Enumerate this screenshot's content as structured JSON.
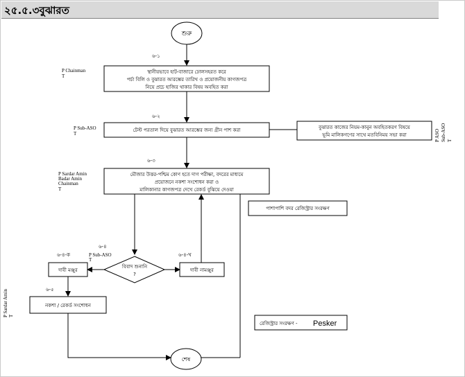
{
  "header": {
    "title": "২৫.৫.৩বুঝারত"
  },
  "start": "শুরু",
  "end": "শেষ",
  "steps": {
    "s1": "৬-১",
    "s2": "৬-২",
    "s3": "৬-৩",
    "s4": "৬-৪",
    "s4ka": "৬-৪-ক",
    "s4kha": "৬-৪-খ",
    "s5": "৬-৫"
  },
  "roles": {
    "r1": [
      "P Chainman",
      "T"
    ],
    "r2": [
      "P Sub-ASO",
      "T"
    ],
    "r3": [
      "P Sardar Amin",
      "Badar Amin",
      "Chainman",
      "T"
    ],
    "r4": [
      "P Sub-ASO",
      "T"
    ],
    "r5": [
      "P Sardar Amin",
      "T"
    ],
    "r6": [
      "P ASO",
      "Sub-ASO",
      "T"
    ]
  },
  "boxes": {
    "b1": [
      "স্থানীয়ভাবে হাট-বাজারে ঢোলসহরত করে",
      "পর্চা বিলি ও বুঝারত আরম্ভের তারিখ ও প্রয়োজনীয় কাগজপত্র",
      "নিয়ে প্রচে হাজির থাকার বিষয় অবহিত করা"
    ],
    "b2": [
      "টেস্ট পরতাল দিয়ে বুঝারত আরম্ভের জন্য গ্রীন পাশ করা"
    ],
    "side1": [
      "বুঝারত কাজের নিয়ম-কানুন অবহিতকরণ বিষয়ে",
      "ভূমি মালিকগণের সাথে মতবিনিময় সভা করা"
    ],
    "b3": [
      "মৌজার উত্তর-পশ্চিম কোণ হতে দাগ পরীক্ষা, বদরের মাধ্যমে",
      "প্রয়োজনে নকশা সংশোধন করা ও",
      "মালিকানার কাগজপত্র দেখে রেকর্ড বুঝিয়ে দেওয়া"
    ],
    "side2": [
      "পাশাপাশি বদর রেজিস্ট্রার সংরক্ষণ"
    ],
    "decision": [
      "বিবাদ শুনানি",
      "?"
    ],
    "accept": [
      "দাবী মঞ্জুর"
    ],
    "reject": [
      "দাবী নামঞ্জুর"
    ],
    "correct": [
      "নকশা / রেকর্ড সংশোধন"
    ],
    "register_label": "রেজিস্ট্রার সংরক্ষণ -",
    "register_name": "Pesker"
  }
}
